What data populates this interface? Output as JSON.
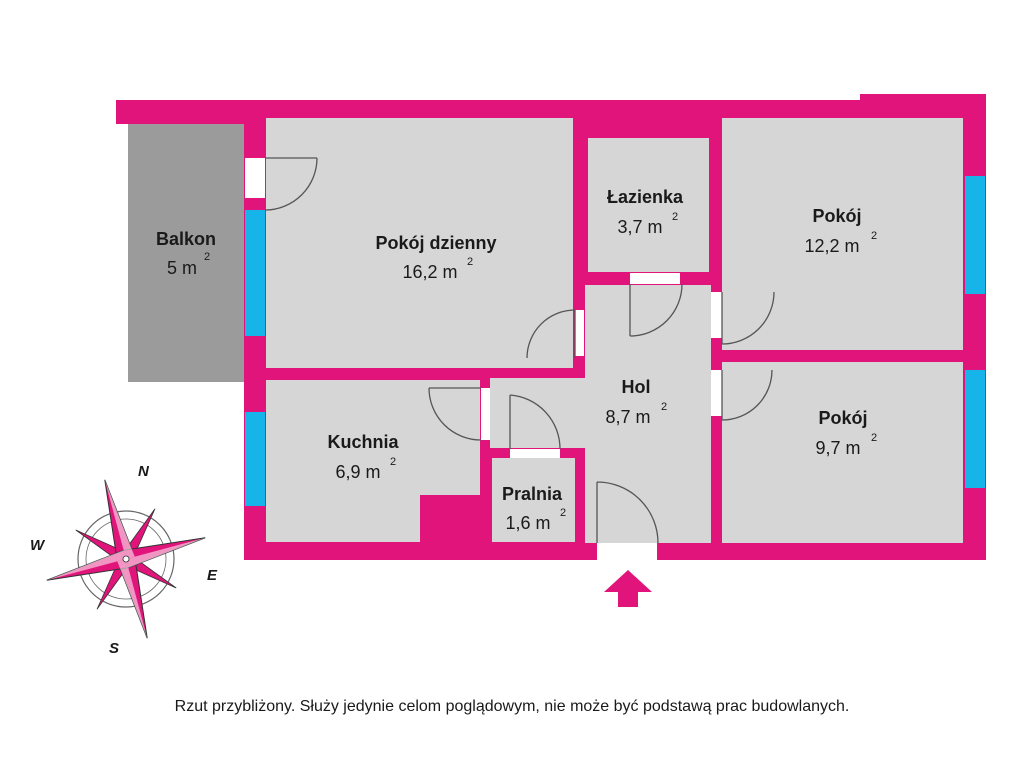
{
  "colors": {
    "wall": "#e0147a",
    "room_fill": "#d6d6d6",
    "balcony_fill": "#9b9b9b",
    "window": "#16b4e8",
    "door_leaf": "#555555"
  },
  "rooms": [
    {
      "name": "Balkon",
      "area": "5 m",
      "unit_sup": "2"
    },
    {
      "name": "Pokój dzienny",
      "area": "16,2 m",
      "unit_sup": "2"
    },
    {
      "name": "Łazienka",
      "area": "3,7 m",
      "unit_sup": "2"
    },
    {
      "name": "Pokój",
      "area": "12,2 m",
      "unit_sup": "2"
    },
    {
      "name": "Hol",
      "area": "8,7 m",
      "unit_sup": "2"
    },
    {
      "name": "Pokój",
      "area": "9,7 m",
      "unit_sup": "2"
    },
    {
      "name": "Kuchnia",
      "area": "6,9 m",
      "unit_sup": "2"
    },
    {
      "name": "Pralnia",
      "area": "1,6 m",
      "unit_sup": "2"
    }
  ],
  "compass": {
    "n": "N",
    "e": "E",
    "s": "S",
    "w": "W"
  },
  "entrance_icon": "entrance-arrow-icon",
  "disclaimer": "Rzut przybliżony. Służy jedynie celom poglądowym, nie może być podstawą prac budowlanych."
}
